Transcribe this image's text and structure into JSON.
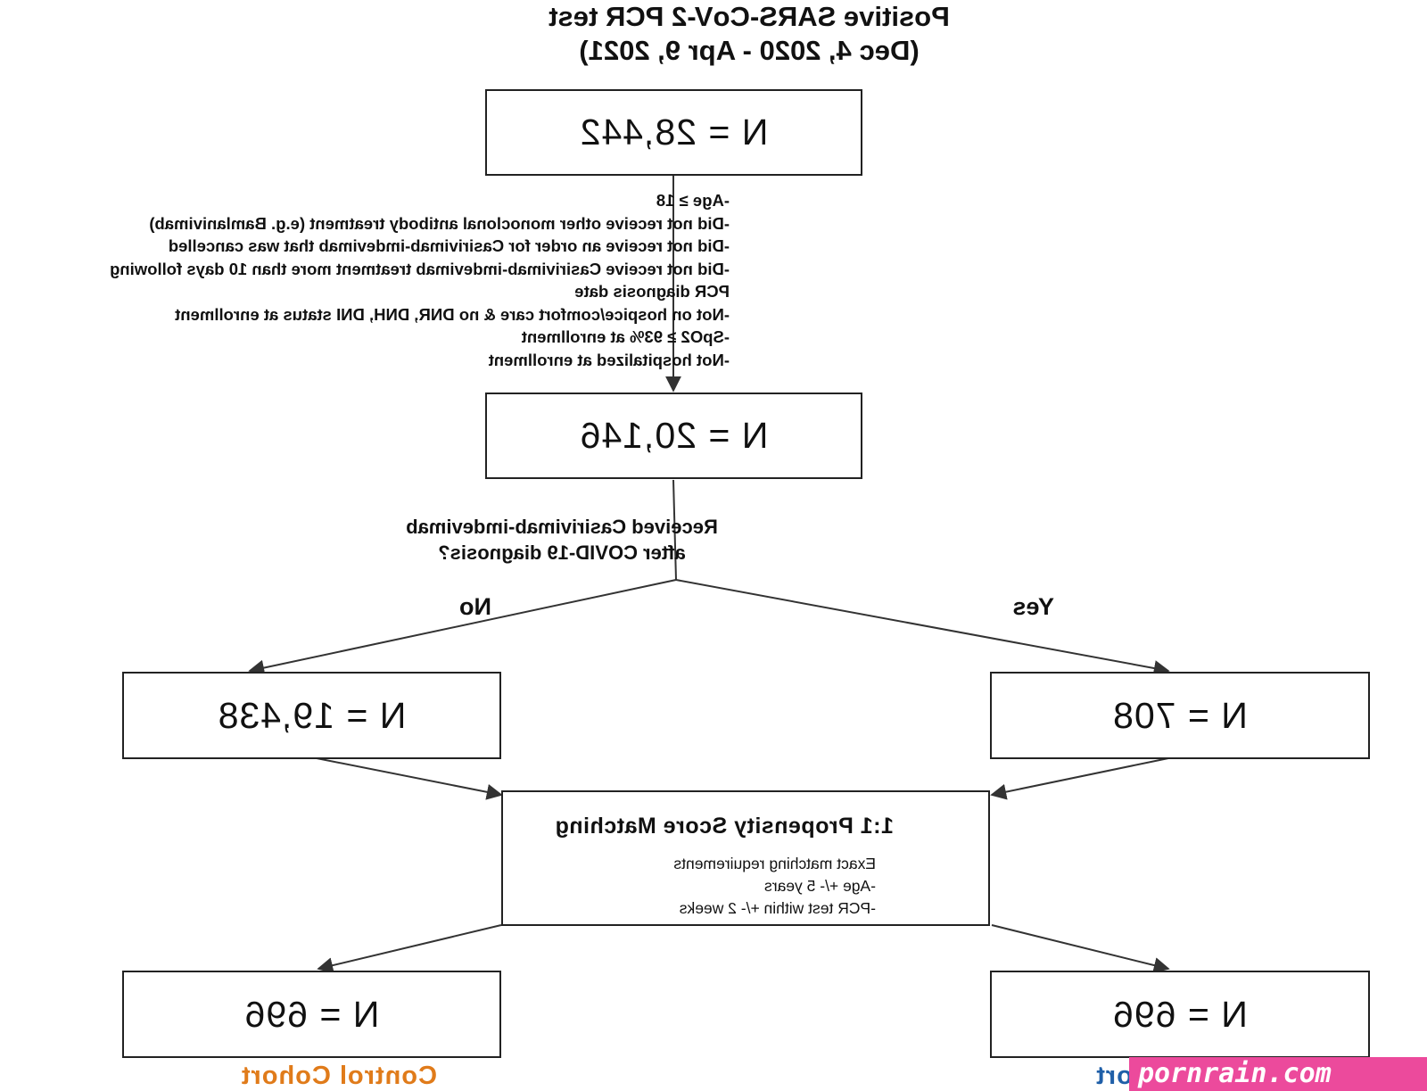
{
  "title": {
    "line1": "Positive SARS-CoV-2 PCR test",
    "line2": "(Dec 4, 2020 - Apr 9, 2021)"
  },
  "boxes": {
    "initial": "N = 28,442",
    "after_criteria": "N = 20,146",
    "no_branch": "N = 19,438",
    "yes_branch": "N = 708",
    "control_matched": "N = 696",
    "treated_matched": "N = 696"
  },
  "criteria": [
    "-Age ≥ 18",
    "-Did not receive other monoclonal antibody treatment (e.g. Bamlanivimab)",
    "-Did not receive an order for Casirivimab-imdevimab that was cancelled",
    "-Did not receive Casirivimab-imdevimab treatment more than 10 days following",
    "PCR diagnosis date",
    "-Not on hospice/comfort care & no DNR, DNH, DNI status at enrollment",
    "-SpO2 ≥ 93% at enrollment",
    "-Not hospitalized at enrollment"
  ],
  "question": {
    "line1": "Received Casirivimab-imdevimab",
    "line2": "after COVID-19 diagnosis?"
  },
  "branches": {
    "no": "No",
    "yes": "Yes"
  },
  "matching": {
    "title": "1:1 Propensity Score Matching",
    "lines": [
      "Exact matching requirements",
      "-Age +/- 5 years",
      "-PCR test within +/- 2 weeks"
    ]
  },
  "cohorts": {
    "control": {
      "label": "Control Cohort",
      "color": "#e07b1a"
    },
    "treated": {
      "label": "imab Cohort",
      "color": "#1f5fa8"
    }
  },
  "watermark": "pornrain.com",
  "colors": {
    "line": "#222222",
    "arrow": "#333333",
    "watermark_bg": "#ec4a9c"
  }
}
